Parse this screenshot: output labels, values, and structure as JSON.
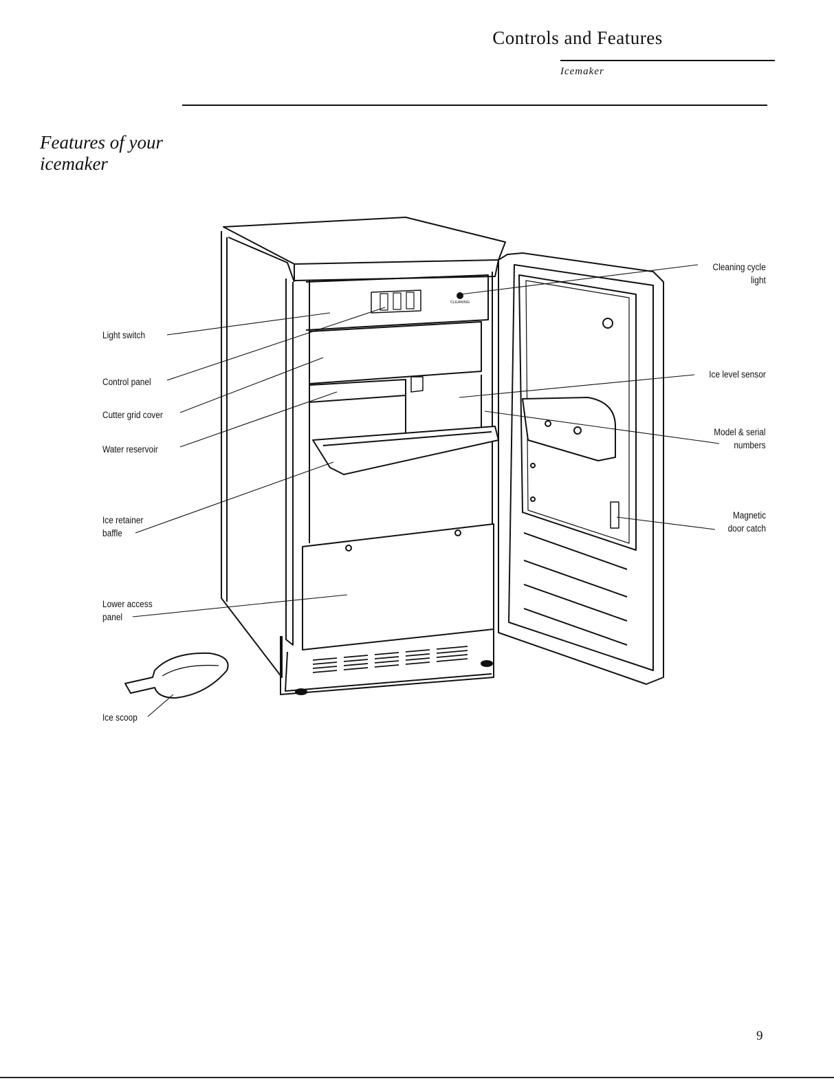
{
  "header": {
    "title": "Controls and Features",
    "subtitle": "Icemaker"
  },
  "section": {
    "title": "Features of your icemaker"
  },
  "callouts": {
    "cleaning_cycle_light": [
      "Cleaning cycle",
      "light"
    ],
    "light_switch": [
      "Light switch"
    ],
    "control_panel": [
      "Control panel"
    ],
    "cutter_grid_cover": [
      "Cutter grid cover"
    ],
    "water_reservoir": [
      "Water reservoir"
    ],
    "ice_level_sensor": [
      "Ice level sensor"
    ],
    "model_serial": [
      "Model & serial",
      "numbers"
    ],
    "ice_retainer_baffle": [
      "Ice retainer",
      "baffle"
    ],
    "magnetic_door_catch": [
      "Magnetic",
      "door catch"
    ],
    "lower_access_panel": [
      "Lower access",
      "panel"
    ],
    "ice_scoop": [
      "Ice scoop"
    ]
  },
  "panel_text": "CLEANING",
  "page_number": "9"
}
